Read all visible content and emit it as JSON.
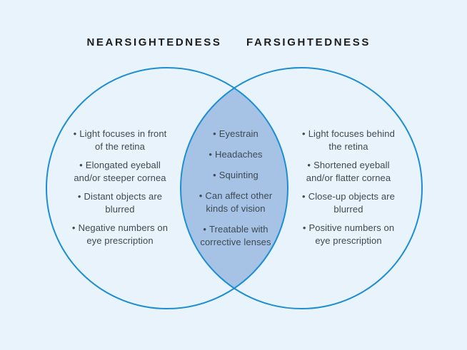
{
  "theme": {
    "bg": "#e8f3fb",
    "circle_stroke": "#1e8ed3",
    "lens_fill": "#a6c2e5",
    "title_color": "#1d1d1d",
    "text_color": "#3d4953"
  },
  "glyphs": {
    "bullet": "•"
  },
  "venn": {
    "left": {
      "title": "NEARSIGHTEDNESS",
      "items": [
        {
          "lines": [
            "Light focuses in front",
            "of the retina"
          ]
        },
        {
          "lines": [
            "Elongated eyeball",
            "and/or steeper cornea"
          ]
        },
        {
          "lines": [
            "Distant objects are",
            "blurred"
          ]
        },
        {
          "lines": [
            "Negative numbers on",
            "eye prescription"
          ]
        }
      ]
    },
    "middle": {
      "items": [
        {
          "lines": [
            "Eyestrain"
          ]
        },
        {
          "lines": [
            "Headaches"
          ]
        },
        {
          "lines": [
            "Squinting"
          ]
        },
        {
          "lines": [
            "Can affect other",
            "kinds of vision"
          ]
        },
        {
          "lines": [
            "Treatable with",
            "corrective lenses"
          ]
        }
      ]
    },
    "right": {
      "title": "FARSIGHTEDNESS",
      "items": [
        {
          "lines": [
            "Light focuses behind",
            "the retina"
          ]
        },
        {
          "lines": [
            "Shortened eyeball",
            "and/or flatter cornea"
          ]
        },
        {
          "lines": [
            "Close-up objects are",
            "blurred"
          ]
        },
        {
          "lines": [
            "Positive numbers on",
            "eye prescription"
          ]
        }
      ]
    }
  }
}
